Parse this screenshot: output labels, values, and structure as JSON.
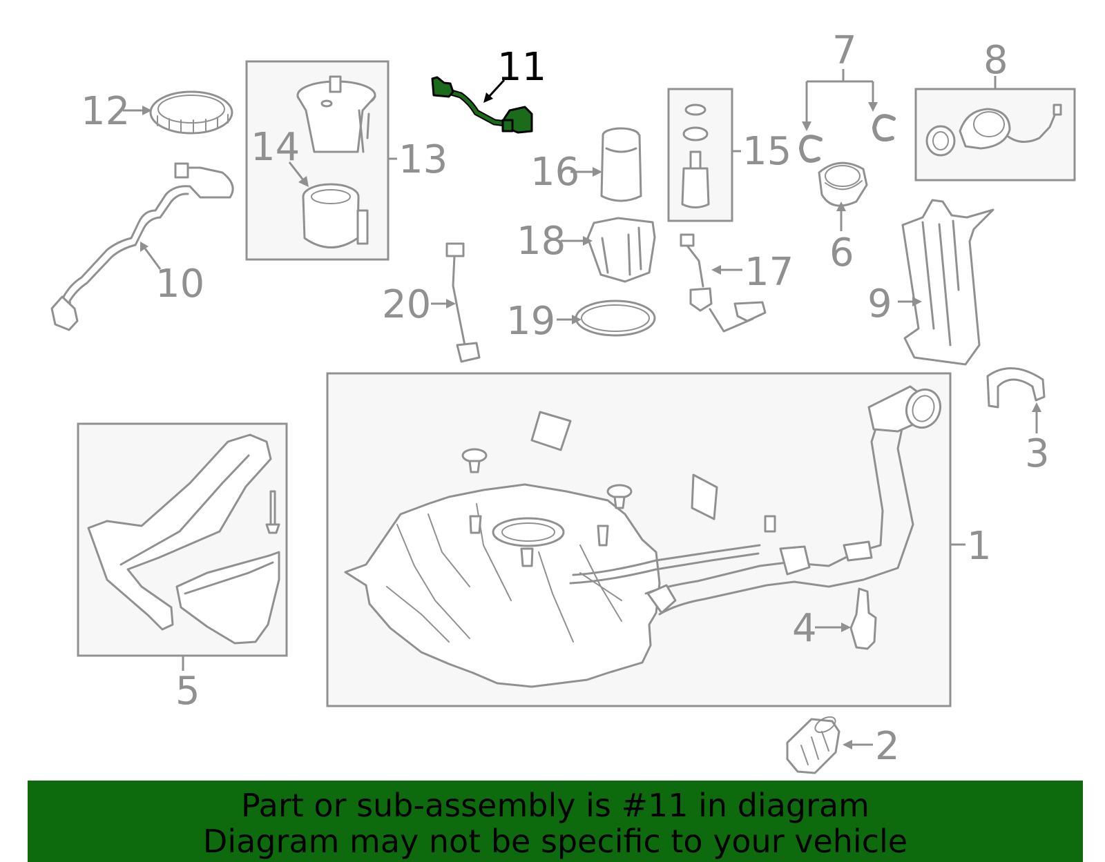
{
  "callouts": {
    "c1": "1",
    "c2": "2",
    "c3": "3",
    "c4": "4",
    "c5": "5",
    "c6": "6",
    "c7": "7",
    "c8": "8",
    "c9": "9",
    "c10": "10",
    "c11": "11",
    "c12": "12",
    "c13": "13",
    "c14": "14",
    "c15": "15",
    "c16": "16",
    "c17": "17",
    "c18": "18",
    "c19": "19",
    "c20": "20"
  },
  "highlighted_part": "11",
  "colors": {
    "highlight": "#1a6b1a",
    "banner": "#0d6b0d",
    "line": "#909090"
  },
  "banner": {
    "line1": "Part or sub-assembly is #11 in diagram",
    "line2": "Diagram may not be specific to your vehicle"
  }
}
